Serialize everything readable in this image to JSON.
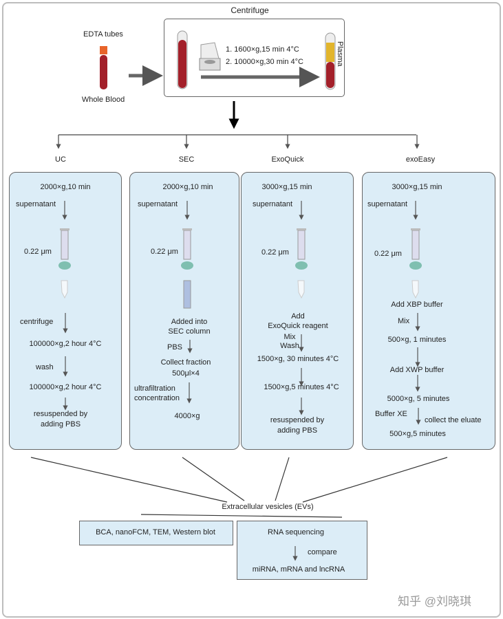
{
  "top": {
    "centrifuge_title": "Centrifuge",
    "edta_label": "EDTA tubes",
    "whole_blood_label": "Whole Blood",
    "step1": "1. 1600×g,15 min 4°C",
    "step2": "2. 10000×g,30 min 4°C",
    "plasma_label": "Plasma"
  },
  "methods": [
    "UC",
    "SEC",
    "ExoQuick",
    "exoEasy"
  ],
  "uc": {
    "spin": "2000×g,10 min",
    "supernatant": "supernatant",
    "filter": "0.22 μm",
    "centrifuge": "centrifuge",
    "ultra1": "100000×g,2 hour 4°C",
    "wash": "wash",
    "ultra2": "100000×g,2 hour 4°C",
    "resusp1": "resuspended by",
    "resusp2": "adding PBS"
  },
  "sec": {
    "spin": "2000×g,10 min",
    "supernatant": "supernatant",
    "filter": "0.22 μm",
    "added1": "Added into",
    "added2": "SEC column",
    "pbs": "PBS",
    "collect1": "Collect fraction",
    "collect2": "500μl×4",
    "uf1": "ultrafiltration",
    "uf2": "concentration",
    "final": "4000×g"
  },
  "exoquick": {
    "spin": "3000×g,15 min",
    "supernatant": "supernatant",
    "filter": "0.22 μm",
    "add1": "Add",
    "add2": "ExoQuick reagent",
    "mix": "Mix",
    "wash": "Wash",
    "spin2": "1500×g, 30 minutes  4°C",
    "spin3": "1500×g,5 minutes 4°C",
    "resusp1": "resuspended by",
    "resusp2": "adding PBS"
  },
  "exoeasy": {
    "spin": "3000×g,15 min",
    "supernatant": "supernatant",
    "filter": "0.22 μm",
    "xbp": "Add XBP buffer",
    "mix": "Mix",
    "spin2": "500×g, 1 minutes",
    "xwp": "Add XWP buffer",
    "spin3": "5000×g, 5 minutes",
    "xe": "Buffer XE",
    "eluate": "collect the eluate",
    "spin4": "500×g,5 minutes"
  },
  "bottom": {
    "evs": "Extracellular vesicles (EVs)",
    "characterization": "BCA, nanoFCM, TEM, Western blot",
    "rnaseq": "RNA sequencing",
    "compare": "compare",
    "rna_types": "miRNA, mRNA and lncRNA"
  },
  "watermark": "知乎 @刘晓琪",
  "colors": {
    "panel_bg": "#dcedf7",
    "blood": "#a3202a",
    "plasma": "#e2b52c",
    "cap": "#e8642a",
    "filter": "#7fbfb0"
  }
}
